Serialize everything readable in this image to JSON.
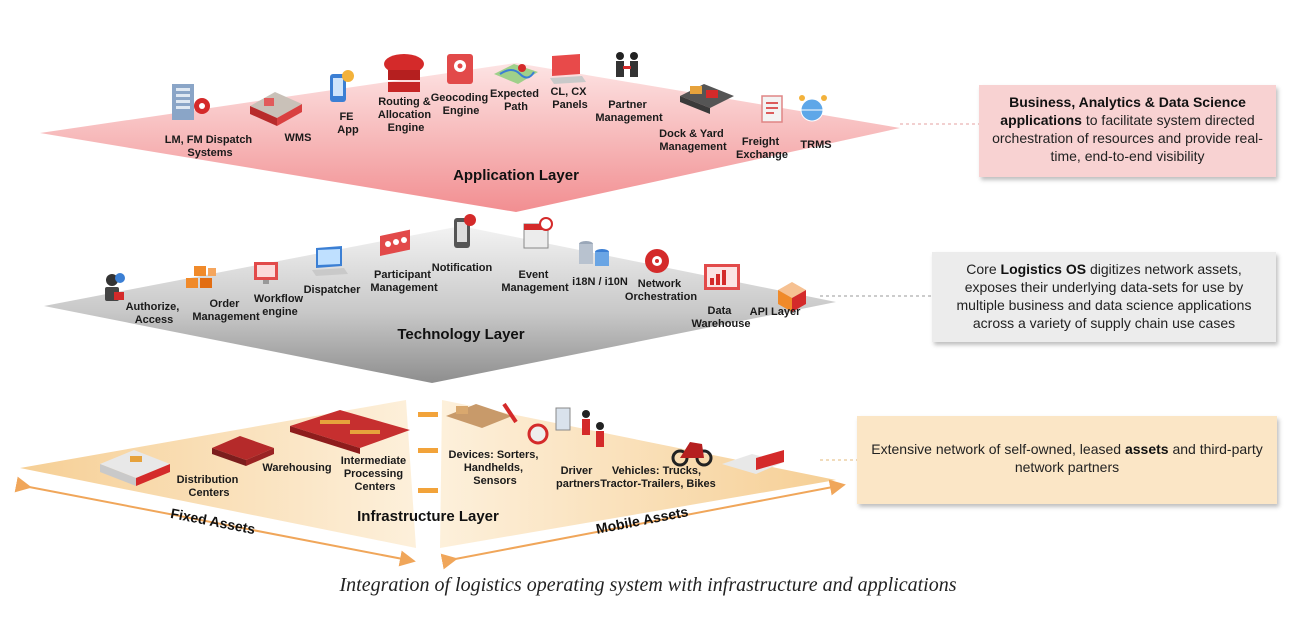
{
  "layers": {
    "application": {
      "title": "Application Layer",
      "items": [
        {
          "lines": [
            "LM, FM Dispatch",
            "Systems"
          ],
          "icon": "building-gear-icon"
        },
        {
          "lines": [
            "WMS"
          ],
          "icon": "warehouse-floorplan-icon"
        },
        {
          "lines": [
            "FE",
            "App"
          ],
          "icon": "mobile-app-icon"
        },
        {
          "lines": [
            "Routing &",
            "Allocation",
            "Engine"
          ],
          "icon": "cloud-server-icon"
        },
        {
          "lines": [
            "Geocoding",
            "Engine"
          ],
          "icon": "map-pin-icon"
        },
        {
          "lines": [
            "Expected",
            "Path"
          ],
          "icon": "route-map-icon"
        },
        {
          "lines": [
            "CL, CX",
            "Panels"
          ],
          "icon": "laptop-icon"
        },
        {
          "lines": [
            "Partner",
            "Management"
          ],
          "icon": "handshake-people-icon"
        },
        {
          "lines": [
            "Dock & Yard",
            "Management"
          ],
          "icon": "loading-dock-icon"
        },
        {
          "lines": [
            "Freight",
            "Exchange"
          ],
          "icon": "document-icon"
        },
        {
          "lines": [
            "TRMS"
          ],
          "icon": "globe-network-icon"
        }
      ]
    },
    "technology": {
      "title": "Technology Layer",
      "items": [
        {
          "lines": [
            "Authorize,",
            "Access"
          ],
          "icon": "user-lock-icon"
        },
        {
          "lines": [
            "Order",
            "Management"
          ],
          "icon": "boxes-icon"
        },
        {
          "lines": [
            "Workflow",
            "engine"
          ],
          "icon": "monitor-workflow-icon"
        },
        {
          "lines": [
            "Dispatcher"
          ],
          "icon": "laptop-dispatch-icon"
        },
        {
          "lines": [
            "Participant",
            "Management"
          ],
          "icon": "participants-icon"
        },
        {
          "lines": [
            "Notification"
          ],
          "icon": "phone-bell-icon"
        },
        {
          "lines": [
            "Event",
            "Management"
          ],
          "icon": "calendar-clock-icon"
        },
        {
          "lines": [
            "i18N / i10N"
          ],
          "icon": "database-cylinders-icon"
        },
        {
          "lines": [
            "Network",
            "Orchestration"
          ],
          "icon": "network-gear-icon"
        },
        {
          "lines": [
            "Data",
            "Warehouse"
          ],
          "icon": "data-monitor-icon"
        },
        {
          "lines": [
            "API Layer"
          ],
          "icon": "cube-icon"
        }
      ]
    },
    "infrastructure": {
      "title": "Infrastructure Layer",
      "items": [
        {
          "lines": [
            "Distribution",
            "Centers"
          ],
          "icon": "distribution-center-icon"
        },
        {
          "lines": [
            "Warehousing"
          ],
          "icon": "warehouse-building-icon"
        },
        {
          "lines": [
            "Intermediate",
            "Processing",
            "Centers"
          ],
          "icon": "processing-center-icon"
        },
        {
          "lines": [
            "Devices: Sorters,",
            "Handhelds,",
            "Sensors"
          ],
          "icon": "sorter-conveyor-icon"
        },
        {
          "lines": [
            "Driver",
            "partners"
          ],
          "icon": "drivers-icon"
        },
        {
          "lines": [
            "Vehicles: Trucks,",
            "Tractor-Trailers, Bikes"
          ],
          "icon": "truck-bike-icon"
        }
      ],
      "fixed_label": "Fixed Assets",
      "mobile_label": "Mobile Assets"
    }
  },
  "callouts": {
    "application": {
      "bold": "Business, Analytics & Data Science applications",
      "rest": " to facilitate system directed orchestration of resources and provide real-time, end-to-end visibility"
    },
    "technology": {
      "pre": "Core ",
      "bold": "Logistics OS",
      "rest": " digitizes network assets, exposes their underlying data-sets for use by multiple business and data science applications across a variety of supply chain use cases"
    },
    "infrastructure": {
      "pre": "Extensive network of self-owned, leased ",
      "bold": "assets",
      "rest": " and third-party network partners"
    }
  },
  "caption": "Integration of logistics operating system with infrastructure and applications",
  "colors": {
    "app_layer": "#f4a9ab",
    "tech_layer": "#b5b5b5",
    "infra_layer": "#f8d6a4",
    "accent_red": "#d42a2a",
    "accent_orange": "#f08a2a",
    "arrow": "#f2b36a"
  }
}
